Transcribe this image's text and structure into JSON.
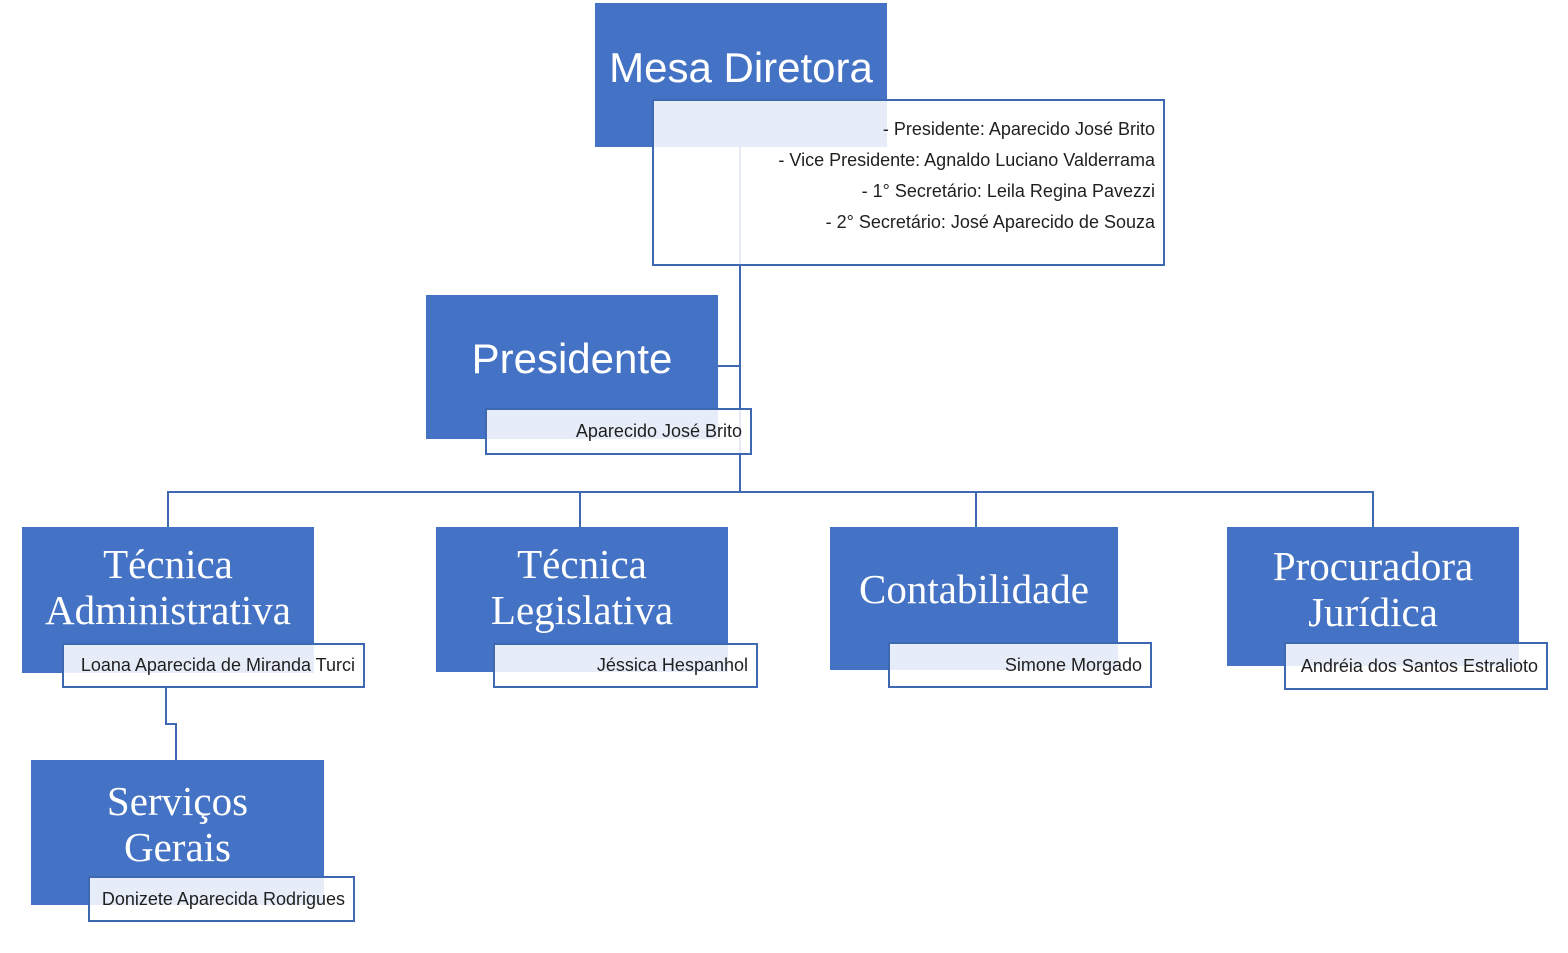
{
  "colors": {
    "box_fill": "#4472C4",
    "box_border": "#3E68B1",
    "connector": "#3E68B1",
    "title_text": "#FFFFFF",
    "name_text": "#1F1F1F",
    "background": "#FFFFFF"
  },
  "nodes": {
    "mesa_diretora": {
      "title": "Mesa Diretora",
      "members": [
        "- Presidente: Aparecido José Brito",
        "- Vice Presidente: Agnaldo Luciano Valderrama",
        "- 1° Secretário: Leila Regina Pavezzi",
        "- 2° Secretário: José Aparecido de Souza"
      ]
    },
    "presidente": {
      "title": "Presidente",
      "name": "Aparecido José Brito"
    },
    "tecnica_administrativa": {
      "title": "Técnica Administrativa",
      "name": "Loana Aparecida de Miranda Turci"
    },
    "tecnica_legislativa": {
      "title": "Técnica Legislativa",
      "name": "Jéssica Hespanhol"
    },
    "contabilidade": {
      "title": "Contabilidade",
      "name": "Simone Morgado"
    },
    "procuradora_juridica": {
      "title": "Procuradora Jurídica",
      "name": "Andréia dos Santos Estralioto"
    },
    "servicos_gerais": {
      "title": "Serviços Gerais",
      "name": "Donizete Aparecida Rodrigues"
    }
  }
}
